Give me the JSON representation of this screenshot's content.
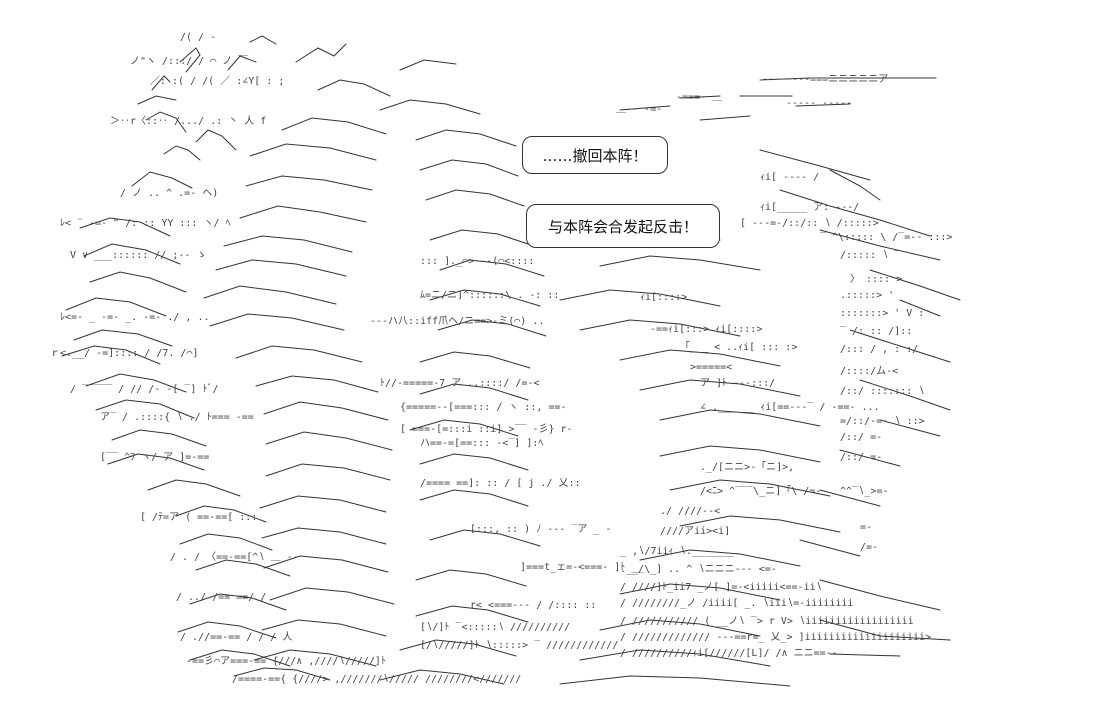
{
  "art": {
    "description_kind": "ascii-art",
    "colors": {
      "background": "#ffffff",
      "ink": "#222222"
    }
  },
  "bubbles": {
    "retreat": "……撤回本阵！",
    "counterattack": "与本阵会合发起反击！"
  }
}
